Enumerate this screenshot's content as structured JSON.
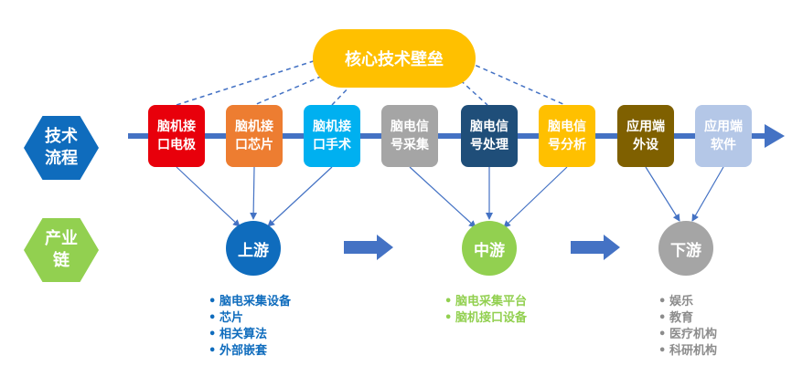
{
  "core": {
    "label": "核心技术壁垒"
  },
  "row_labels": {
    "process": "技术\n流程",
    "industry": "产业\n链"
  },
  "steps": [
    {
      "label": "脑机接\n口电极",
      "color": "#e8000b"
    },
    {
      "label": "脑机接\n口芯片",
      "color": "#ed7d31"
    },
    {
      "label": "脑机接\n口手术",
      "color": "#00b0f0"
    },
    {
      "label": "脑电信\n号采集",
      "color": "#a5a5a5"
    },
    {
      "label": "脑电信\n号处理",
      "color": "#1f4e79"
    },
    {
      "label": "脑电信\n号分析",
      "color": "#ffc000"
    },
    {
      "label": "应用端\n外设",
      "color": "#7f6000"
    },
    {
      "label": "应用端\n软件",
      "color": "#b4c7e7"
    }
  ],
  "stages": {
    "upstream": {
      "label": "上游",
      "color": "#0f6cbd",
      "items": [
        "脑电采集设备",
        "芯片",
        "相关算法",
        "外部嵌套"
      ]
    },
    "midstream": {
      "label": "中游",
      "color": "#92d050",
      "items": [
        "脑电采集平台",
        "脑机接口设备"
      ]
    },
    "downstream": {
      "label": "下游",
      "color": "#a5a5a5",
      "items": [
        "娱乐",
        "教育",
        "医疗机构",
        "科研机构"
      ]
    }
  },
  "colors": {
    "axis": "#4472c4",
    "dash": "#4472c4",
    "arrow": "#4472c4"
  }
}
